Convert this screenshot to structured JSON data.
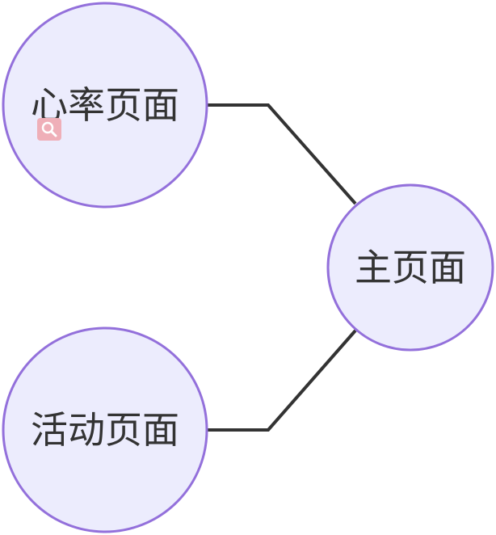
{
  "colors": {
    "node_fill": "#ececfd",
    "node_stroke": "#9370db",
    "edge": "#333333",
    "text": "#333333",
    "icon_bg": "#efafb8",
    "icon_fg": "#ffffff"
  },
  "nodes": {
    "heart": {
      "label": "心率页面"
    },
    "main": {
      "label": "主页面"
    },
    "activity": {
      "label": "活动页面"
    }
  },
  "overlay_icon": "magnifier-icon"
}
